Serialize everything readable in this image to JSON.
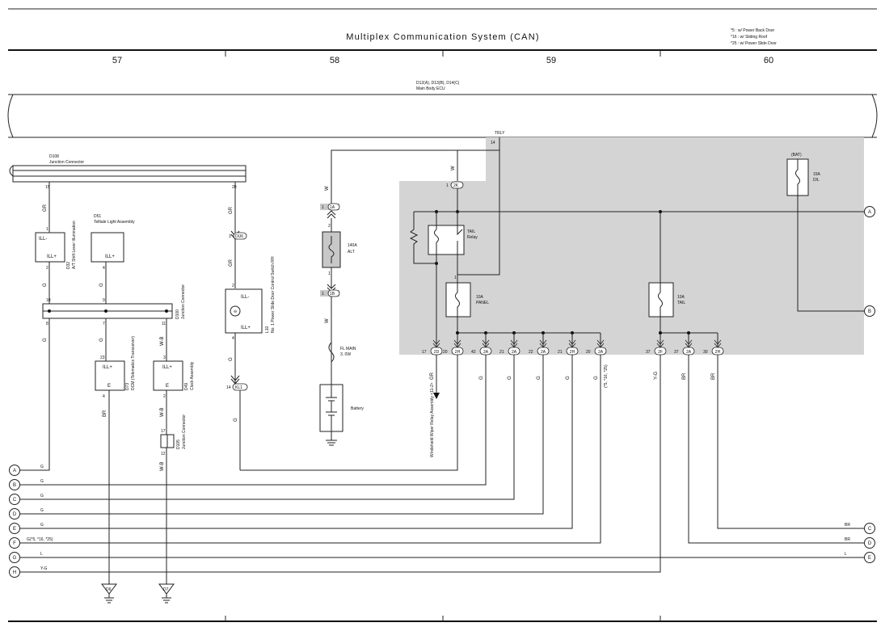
{
  "header": {
    "title": "Multiplex Communication System (CAN)",
    "notes": [
      "*5 : w/ Power Back Door",
      "*16 : w/ Sliding Roof",
      "*25 : w/ Power Slide Door"
    ],
    "columns": [
      "57",
      "58",
      "59",
      "60"
    ]
  },
  "ecu": {
    "codes": "D12(A), D13(B), D14(C)",
    "name": "Main Body ECU",
    "trly_label": "TRLY",
    "trly_pin": "14"
  },
  "d108": {
    "code": "D108",
    "name": "Junction Connector",
    "pin_left": "15",
    "pin_right": "20"
  },
  "left": {
    "gr1": "GR",
    "p1": "1",
    "ill_minus": "ILL-",
    "ill_plus": "ILL+",
    "p2": "2",
    "d32_code": "D32",
    "d32_name": "A/T Shift Lever Illumination",
    "d51_code": "D51",
    "d51_name": "Telltale Light Assembly",
    "d51_pin": "4",
    "g_a": "G",
    "g_b": "G",
    "d100_code": "D100",
    "d100_name": "Junction Connector",
    "j10": "10",
    "j9": "9",
    "j8": "8",
    "j7": "7",
    "j11": "11",
    "g_c": "G",
    "g_d": "G",
    "wb1": "W-B",
    "d73_pin": "23",
    "d73_ill": "ILL+",
    "d73_e": "E",
    "d73_code": "D73",
    "d73_name": "DCM (Telematics Transceiver)",
    "d73_p4": "4",
    "d49_pin": "3",
    "d49_ill": "ILL+",
    "d49_e": "E",
    "d49_code": "D49",
    "d49_name": "Clock Assembly",
    "d49_p2": "2",
    "br1": "BR",
    "wb2": "W-B",
    "d105_p17": "17",
    "d105_code": "D105",
    "d105_name": "Junction Connector",
    "d105_p12": "12",
    "wb3": "W-B",
    "d6": "D6",
    "d7": "D7"
  },
  "mid": {
    "gr1": "GR",
    "gr2": "GR",
    "p3": "3",
    "du6": "DU6",
    "p2": "2",
    "ill_minus": "ILL-",
    "ill_plus": "ILL+",
    "p4": "4",
    "l10_code": "L10",
    "l10_name": "No. 1 Power Slide Door Control Switch RH",
    "g1": "G",
    "p14": "14",
    "kl1": "KL1",
    "g2": "G"
  },
  "power": {
    "w1": "W",
    "p1a_pin": "1",
    "p1a": "1A",
    "p2": "2",
    "alt_fuse": "140A",
    "alt_name": "ALT",
    "p1": "1",
    "p1b_pin": "1",
    "p1b": "1B",
    "w2": "W",
    "fl_main": "FL MAIN",
    "fl_main_size": "3. 0W",
    "battery": "Battery"
  },
  "relay_area": {
    "w_top": "W",
    "p2k_pin": "1",
    "p2k": "2K",
    "tail_relay_l1": "TAIL",
    "tail_relay_l2": "Relay",
    "panel_fuse_l1": "10A",
    "panel_fuse_l2": "PANEL",
    "tail_fuse_l1": "10A",
    "tail_fuse_l2": "TAIL",
    "bat": "(BAT)",
    "dl_fuse_l1": "15A",
    "dl_fuse_l2": "D/L",
    "p1": "1"
  },
  "pins": [
    {
      "n": "17",
      "c": "2D"
    },
    {
      "n": "20",
      "c": "2H"
    },
    {
      "n": "42",
      "c": "2A"
    },
    {
      "n": "21",
      "c": "2A"
    },
    {
      "n": "22",
      "c": "2A"
    },
    {
      "n": "21",
      "c": "2H"
    },
    {
      "n": "20",
      "c": "2A"
    },
    {
      "n": "37",
      "c": "2F"
    },
    {
      "n": "37",
      "c": "2A"
    },
    {
      "n": "30",
      "c": "2H"
    }
  ],
  "wire_colors": {
    "w17": "GR",
    "w42": "G",
    "w21a": "G",
    "w22": "G",
    "w21h": "G",
    "w20a": "G",
    "w20a_note": "(*5, *16, *25)",
    "w37f": "Y-G",
    "w37a": "BR",
    "w30": "BR"
  },
  "wiper": "Windshield Wiper Relay Assembly <11-2>",
  "bus_left": [
    {
      "id": "A",
      "wire": "G"
    },
    {
      "id": "B",
      "wire": "G"
    },
    {
      "id": "C",
      "wire": "G"
    },
    {
      "id": "D",
      "wire": "G"
    },
    {
      "id": "E",
      "wire": "G"
    },
    {
      "id": "F",
      "wire": "G(*5, *16, *25)"
    },
    {
      "id": "G",
      "wire": "L"
    },
    {
      "id": "H",
      "wire": "Y-G"
    }
  ],
  "bus_right": [
    {
      "id": "A",
      "wire": ""
    },
    {
      "id": "B",
      "wire": ""
    },
    {
      "id": "C",
      "wire": "BR"
    },
    {
      "id": "D",
      "wire": "BR"
    },
    {
      "id": "E",
      "wire": "L"
    }
  ]
}
